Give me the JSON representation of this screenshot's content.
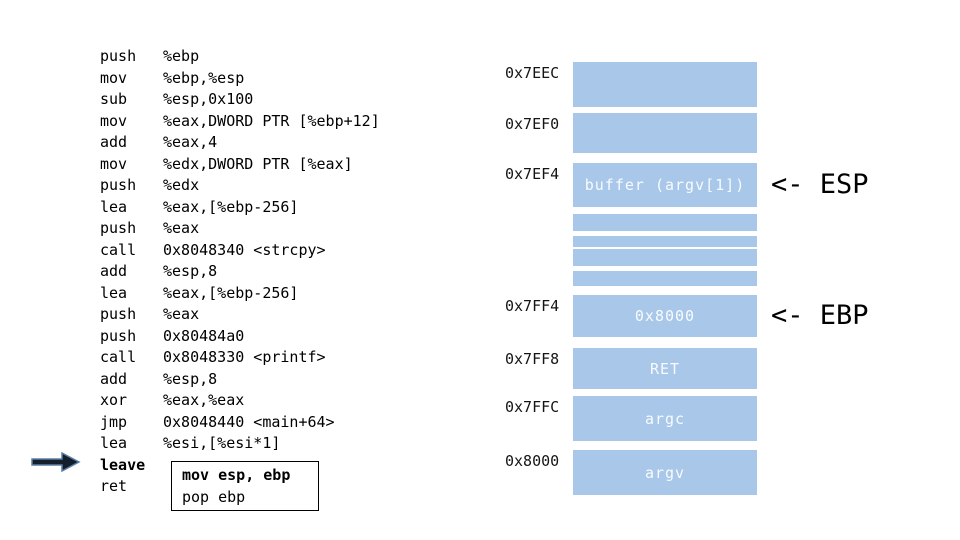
{
  "assembly": {
    "lines": [
      {
        "m": "push",
        "o": "%ebp",
        "bold": false
      },
      {
        "m": "mov",
        "o": "%ebp,%esp",
        "bold": false
      },
      {
        "m": "sub",
        "o": "%esp,0x100",
        "bold": false
      },
      {
        "m": "mov",
        "o": "%eax,DWORD PTR [%ebp+12]",
        "bold": false
      },
      {
        "m": "add",
        "o": "%eax,4",
        "bold": false
      },
      {
        "m": "mov",
        "o": "%edx,DWORD PTR [%eax]",
        "bold": false
      },
      {
        "m": "push",
        "o": "%edx",
        "bold": false
      },
      {
        "m": "lea",
        "o": "%eax,[%ebp-256]",
        "bold": false
      },
      {
        "m": "push",
        "o": "%eax",
        "bold": false
      },
      {
        "m": "call",
        "o": "0x8048340 <strcpy>",
        "bold": false
      },
      {
        "m": "add",
        "o": "%esp,8",
        "bold": false
      },
      {
        "m": "lea",
        "o": "%eax,[%ebp-256]",
        "bold": false
      },
      {
        "m": "push",
        "o": "%eax",
        "bold": false
      },
      {
        "m": "push",
        "o": "0x80484a0",
        "bold": false
      },
      {
        "m": "call",
        "o": "0x8048330 <printf>",
        "bold": false
      },
      {
        "m": "add",
        "o": "%esp,8",
        "bold": false
      },
      {
        "m": "xor",
        "o": "%eax,%eax",
        "bold": false
      },
      {
        "m": "jmp",
        "o": "0x8048440 <main+64>",
        "bold": false
      },
      {
        "m": "lea",
        "o": "%esi,[%esi*1]",
        "bold": false
      },
      {
        "m": "leave",
        "o": "",
        "bold": true
      },
      {
        "m": "ret",
        "o": "",
        "bold": false
      }
    ]
  },
  "leave_detail": {
    "line1": "mov esp, ebp",
    "line2": "pop ebp"
  },
  "stack": {
    "rows": [
      {
        "address": "0x7EEC",
        "label": "",
        "pointer": ""
      },
      {
        "address": "0x7EF0",
        "label": "",
        "pointer": ""
      },
      {
        "address": "0x7EF4",
        "label": "buffer (argv[1])",
        "pointer": "ESP"
      },
      {
        "address": "0x7FF4",
        "label": "0x8000",
        "pointer": "EBP"
      },
      {
        "address": "0x7FF8",
        "label": "RET",
        "pointer": ""
      },
      {
        "address": "0x7FFC",
        "label": "argc",
        "pointer": ""
      },
      {
        "address": "0x8000",
        "label": "argv",
        "pointer": ""
      }
    ],
    "ellipsis_strip_count": 4
  },
  "pointers": {
    "arrow_glyph": "<-",
    "esp_label": "ESP",
    "ebp_label": "EBP"
  },
  "colors": {
    "cell_fill": "#a9c7e8",
    "cell_text": "#f7fbff",
    "code_text": "#000000",
    "pointer_text": "#000000",
    "leave_arrow_fill": "#141f2b",
    "leave_arrow_stroke": "#5b7fa6"
  }
}
